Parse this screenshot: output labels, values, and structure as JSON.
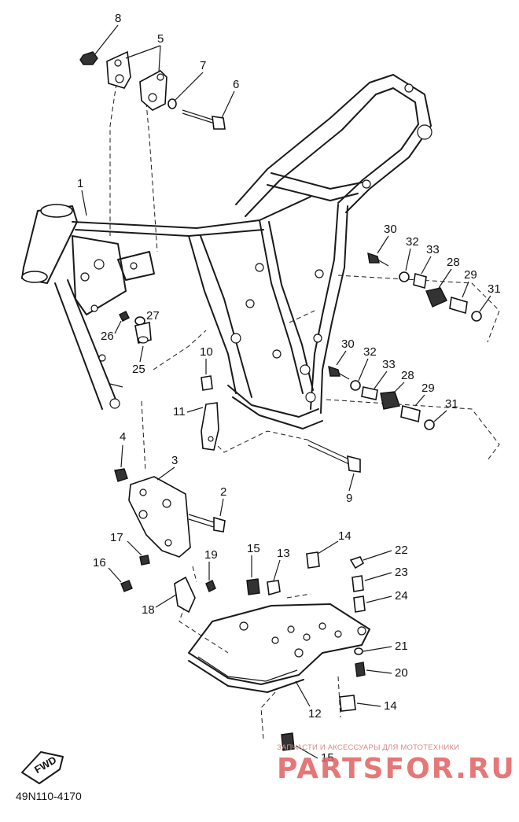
{
  "diagram_code": "49N110-4170",
  "fwd_label": "FWD",
  "watermark": {
    "subtitle": "ЗАПЧАСТИ И АКСЕССУАРЫ ДЛЯ МОТОТЕХНИКИ",
    "logo": "PARTSFOR.RU"
  },
  "callouts": {
    "c1": "1",
    "c2": "2",
    "c3": "3",
    "c4": "4",
    "c5": "5",
    "c6": "6",
    "c7": "7",
    "c8": "8",
    "c9": "9",
    "c10": "10",
    "c11": "11",
    "c12": "12",
    "c13": "13",
    "c14a": "14",
    "c14b": "14",
    "c15a": "15",
    "c15b": "15",
    "c16": "16",
    "c17": "17",
    "c18": "18",
    "c19": "19",
    "c20": "20",
    "c21": "21",
    "c22": "22",
    "c23": "23",
    "c24": "24",
    "c25": "25",
    "c26": "26",
    "c27": "27",
    "c28a": "28",
    "c29a": "29",
    "c30a": "30",
    "c31a": "31",
    "c32a": "32",
    "c33a": "33",
    "c28b": "28",
    "c29b": "29",
    "c30b": "30",
    "c31b": "31",
    "c32b": "32",
    "c33b": "33"
  }
}
